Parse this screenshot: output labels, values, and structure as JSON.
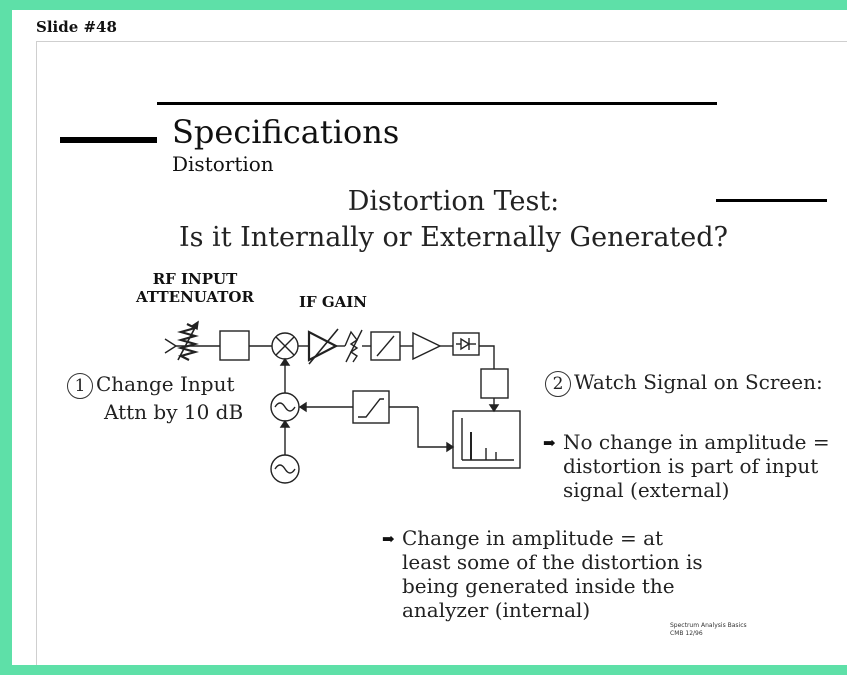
{
  "slide": {
    "label": "Slide #48"
  },
  "heading": {
    "title": "Specifications",
    "subtitle": "Distortion"
  },
  "test": {
    "line1": "Distortion Test:",
    "line2": "Is it Internally or Externally Generated?"
  },
  "diagram": {
    "rf_label_1": "RF INPUT",
    "rf_label_2": "ATTENUATOR",
    "if_label": "IF GAIN"
  },
  "step1": {
    "number": "1",
    "line1": "Change Input",
    "line2": "Attn by 10 dB"
  },
  "step2": {
    "number": "2",
    "text": "Watch Signal on Screen:"
  },
  "bullet1": {
    "line1": "No change in amplitude =",
    "line2": "distortion is part of input",
    "line3": "signal (external)"
  },
  "bullet2": {
    "line1": "Change in amplitude = at",
    "line2": "least some of the distortion is",
    "line3": "being generated inside the",
    "line4": "analyzer (internal)"
  },
  "footer": {
    "line1": "Spectrum Analysis Basics",
    "line2": "CMB   12/96"
  },
  "colors": {
    "border": "#5ee0a8"
  }
}
